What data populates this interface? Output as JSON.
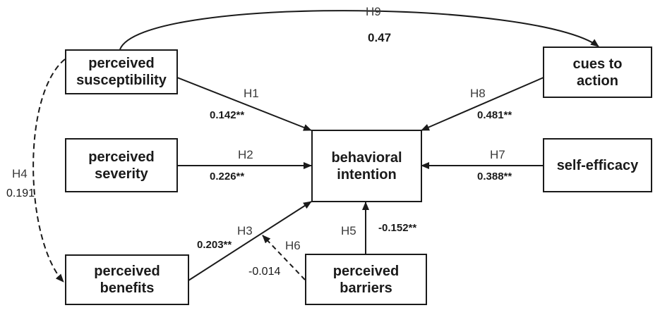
{
  "nodes": {
    "susceptibility": [
      "perceived",
      "susceptibility"
    ],
    "severity": [
      "perceived",
      "severity"
    ],
    "benefits": [
      "perceived",
      "benefits"
    ],
    "intention": [
      "behavioral",
      "intention"
    ],
    "barriers": [
      "perceived",
      "barriers"
    ],
    "cues": [
      "cues to",
      "action"
    ],
    "efficacy": [
      "self-efficacy"
    ]
  },
  "paths": {
    "h1": {
      "hypothesis": "H1",
      "coefficient": "0.142**",
      "style": "solid"
    },
    "h2": {
      "hypothesis": "H2",
      "coefficient": "0.226**",
      "style": "solid"
    },
    "h3": {
      "hypothesis": "H3",
      "coefficient": "0.203**",
      "style": "solid"
    },
    "h4": {
      "hypothesis": "H4",
      "coefficient": "0.191",
      "style": "dashed"
    },
    "h5": {
      "hypothesis": "H5",
      "coefficient": "-0.152**",
      "style": "solid"
    },
    "h6": {
      "hypothesis": "H6",
      "coefficient": "-0.014",
      "style": "dashed"
    },
    "h7": {
      "hypothesis": "H7",
      "coefficient": "0.388**",
      "style": "solid"
    },
    "h8": {
      "hypothesis": "H8",
      "coefficient": "0.481**",
      "style": "solid"
    },
    "h9": {
      "hypothesis": "H9",
      "coefficient": "0.47",
      "style": "solid"
    }
  },
  "colors": {
    "stroke": "#1a1a1a",
    "background": "#ffffff"
  }
}
